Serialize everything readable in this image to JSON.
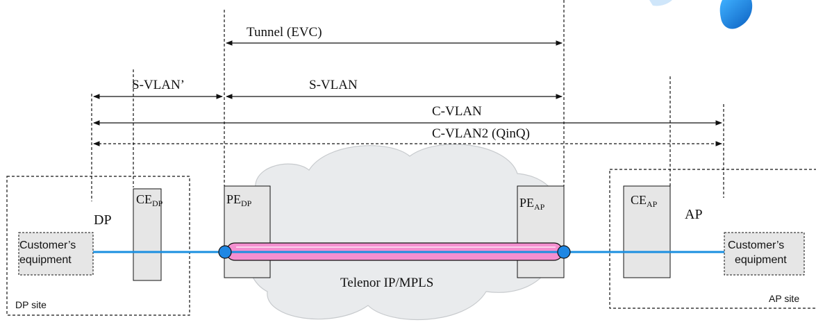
{
  "labels": {
    "tunnel": "Tunnel (EVC)",
    "s_vlan_prime": "S-VLAN’",
    "s_vlan": "S-VLAN",
    "c_vlan": "C-VLAN",
    "c_vlan2": "C-VLAN2 (QinQ)",
    "cloud": "Telenor IP/MPLS",
    "dp": "DP",
    "ap": "AP",
    "dp_site": "DP site",
    "ap_site": "AP site"
  },
  "nodes": {
    "ce_dp": {
      "main": "CE",
      "sub": "DP"
    },
    "pe_dp": {
      "main": "PE",
      "sub": "DP"
    },
    "pe_ap": {
      "main": "PE",
      "sub": "AP"
    },
    "ce_ap": {
      "main": "CE",
      "sub": "AP"
    }
  },
  "equipment": {
    "left": [
      "Customer’s",
      "equipment"
    ],
    "right": [
      "Customer’s",
      "equipment"
    ]
  },
  "colors": {
    "link": "#1a8fe0",
    "tunnel_fill": "#f48fd0",
    "endpoint": "#1f87e3",
    "cloud_fill": "#e9ebed",
    "device_fill": "#e6e6e6",
    "logo": "#1b7fd8"
  }
}
